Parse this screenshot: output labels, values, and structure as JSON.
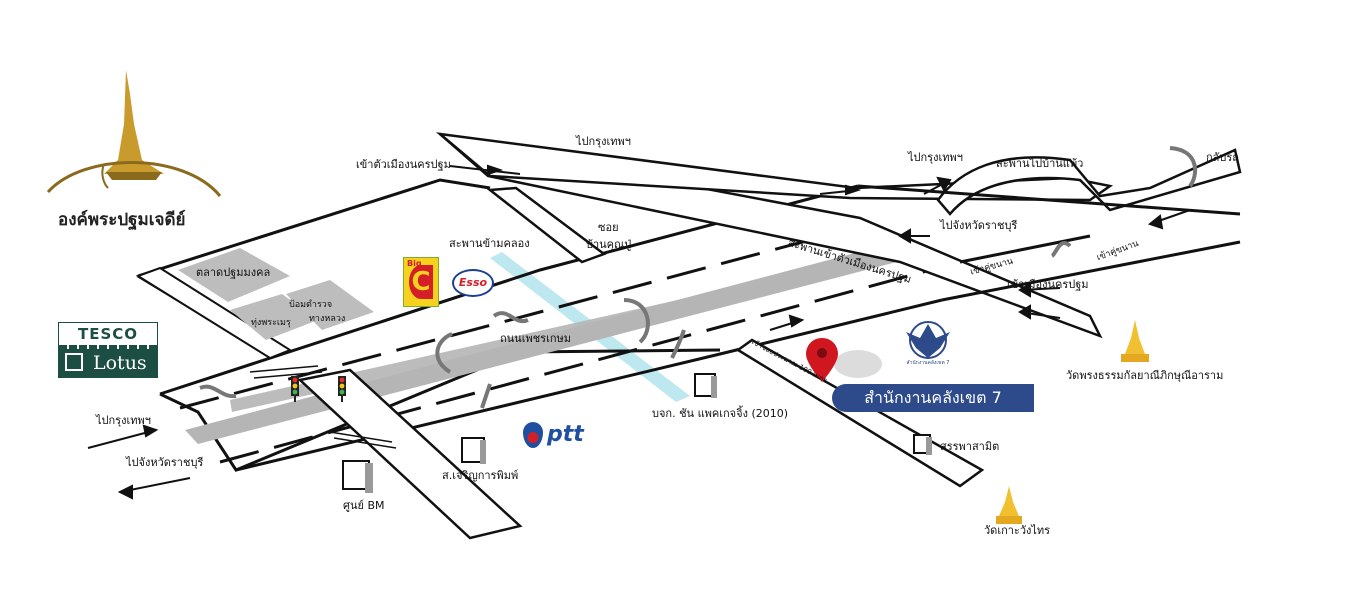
{
  "logo": {
    "title": "องค์พระปฐมเจดีย์"
  },
  "brands": {
    "tesco_top": "TESCO",
    "tesco_bottom": "Lotus",
    "bigc_small": "Big",
    "bigc_big": "C",
    "esso": "Esso",
    "ptt": "ptt"
  },
  "office": {
    "name": "สำนักงานคลังเขต 7"
  },
  "labels": {
    "to_bangkok_top": "ไปกรุงเทพฯ",
    "into_city_top": "เข้าตัวเมืองนครปฐม",
    "to_bangkok_right": "ไปกรุงเทพฯ",
    "bridge_ban_kaeo": "สะพานไปบ้านแพ้ว",
    "u_turn": "กลับรถ",
    "to_ratchaburi_right": "ไปจังหวัดราชบุรี",
    "frontage_road_1": "เข้าคู่ขนาน",
    "frontage_road_2": "เข้าคู่ขนาน",
    "into_city_right": "เข้าเมืองนครปฐม",
    "bridge_into_city": "สะพานเข้าตัวเมืองนครปฐม",
    "canal_bridge": "สะพานข้ามคลอง",
    "soi": "ซอย",
    "ban_khun_pu": "บ้านคุณปู่",
    "market": "ตลาดปฐมมงคล",
    "police_box": "ป้อมตำรวจ",
    "highway": "ทางหลวง",
    "thung_phra_men": "ทุ่งพระเมรุ",
    "phet_kasem_road": "ถนนเพชรเกษม",
    "company": "บจก. ชัน แพคเกจจิ้ง (2010)",
    "distance": "เข้าซอยประมาณ 100 เมตร",
    "temple_right": "วัดพรงธรรมกัลยาณีภิกษุณีอาราม",
    "sapphasamit": "สรรพาสามิต",
    "wat_ko": "วัดเกาะวังไทร",
    "to_bangkok_left": "ไปกรุงเทพฯ",
    "to_ratchaburi_left": "ไปจังหวัดราชบุรี",
    "sor_charoen": "ส.เจริญการพิมพ์",
    "bm_center": "ศูนย์ BM",
    "dept_logo": "สำนักงานคลังเขต 7"
  },
  "colors": {
    "road_outline": "#111111",
    "lane_fill": "#b5b5b5",
    "canal": "#bde8ef",
    "marker": "#d0161f",
    "office_box": "#2d4a8a",
    "gold": "#c89b2c"
  },
  "icons": [
    "stupa-logo-icon",
    "traffic-light-icon",
    "map-marker-icon",
    "building-icon",
    "pagoda-icon",
    "garuda-emblem-icon",
    "u-turn-arrow-icon"
  ]
}
